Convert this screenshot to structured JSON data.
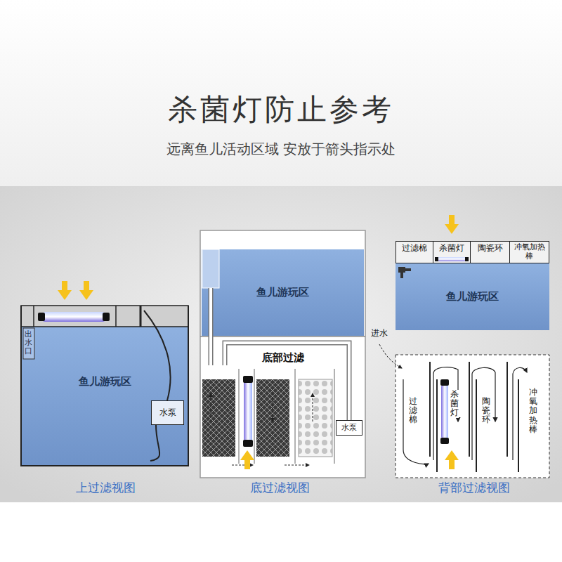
{
  "diagram": {
    "title": "杀菌灯防止参考",
    "nodes": [
      {
        "text": [
          "鱼儿游玩区"
        ]
      },
      {
        "text": [
          "水泵"
        ],
        "in": 0
      },
      {
        "text": [
          "鱼儿游玩区"
        ]
      },
      {
        "text": [
          "底部过滤"
        ]
      },
      {
        "text": [
          "水泵"
        ],
        "in": 3
      },
      {
        "text": [
          "过滤棉"
        ]
      },
      {
        "text": [
          "杀菌灯"
        ]
      },
      {
        "text": [
          "陶瓷环"
        ]
      },
      {
        "text": [
          "冲氧加热棒"
        ]
      },
      {
        "text": [
          "鱼儿游玩区"
        ]
      }
    ],
    "labels": [
      "远离鱼儿活动区域 安放于箭头指示处",
      "出水口",
      "进水",
      "过滤棉",
      "杀菌灯",
      "陶瓷环",
      "冲氧加热棒",
      "上过滤视图",
      "底过滤视图",
      "背部过滤视图"
    ]
  }
}
